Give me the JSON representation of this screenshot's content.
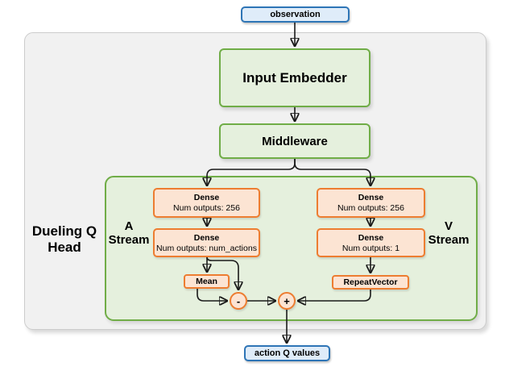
{
  "nodes": {
    "observation": {
      "label": "observation"
    },
    "input_embedder": {
      "label": "Input Embedder"
    },
    "middleware": {
      "label": "Middleware"
    },
    "dueling_label": {
      "line1": "Dueling Q",
      "line2": "Head"
    },
    "a_stream": {
      "line1": "A",
      "line2": "Stream"
    },
    "v_stream": {
      "line1": "V",
      "line2": "Stream"
    },
    "a_dense_1": {
      "title": "Dense",
      "subtitle": "Num outputs: 256"
    },
    "a_dense_2": {
      "title": "Dense",
      "subtitle": "Num outputs: num_actions"
    },
    "v_dense_1": {
      "title": "Dense",
      "subtitle": "Num outputs: 256"
    },
    "v_dense_2": {
      "title": "Dense",
      "subtitle": "Num outputs: 1"
    },
    "mean": {
      "label": "Mean"
    },
    "repeat_vector": {
      "label": "RepeatVector"
    },
    "minus_op": {
      "label": "-"
    },
    "plus_op": {
      "label": "+"
    },
    "action_q_values": {
      "label": "action Q values"
    }
  },
  "colors": {
    "io_fill": "#dfecf9",
    "io_border": "#2e75b6",
    "green_fill": "#e5f0dd",
    "green_border": "#70ad47",
    "container_fill": "#f1f1f1",
    "container_border": "#cccccc",
    "orange_fill": "#fce4d3",
    "orange_border": "#ed7d31",
    "arrow": "#1a1a1a"
  }
}
